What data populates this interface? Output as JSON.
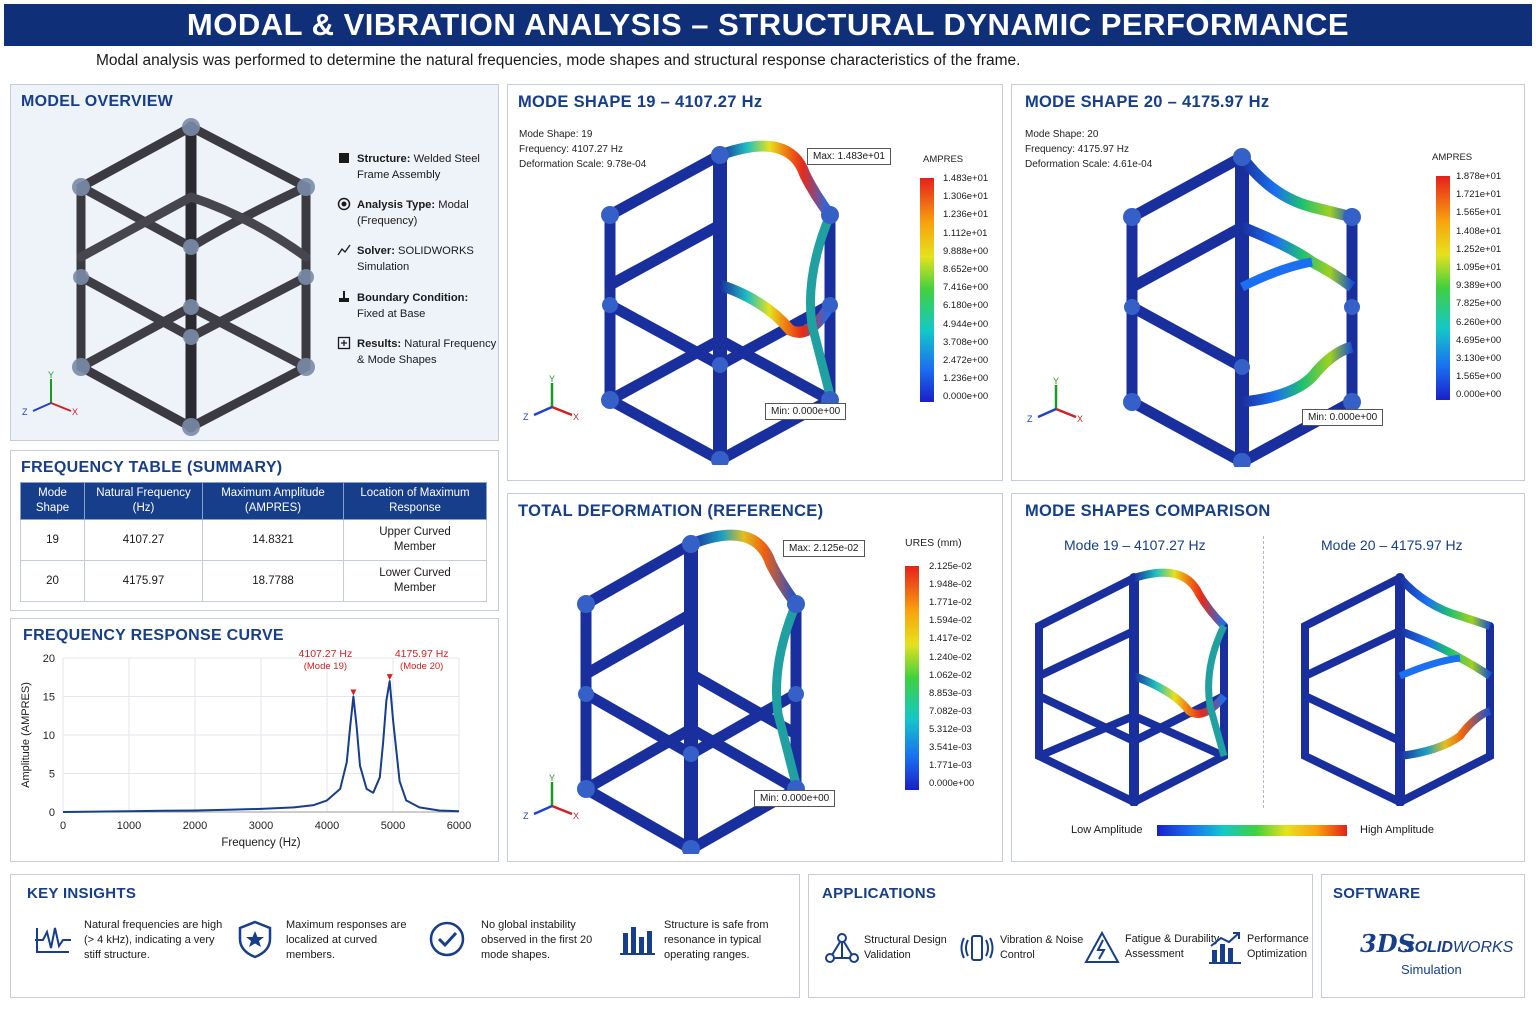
{
  "header": {
    "title": "MODAL & VIBRATION ANALYSIS – STRUCTURAL DYNAMIC PERFORMANCE",
    "subtitle": "Modal analysis was performed to determine the natural frequencies, mode shapes and structural response characteristics of the frame."
  },
  "model_overview": {
    "title": "MODEL OVERVIEW",
    "items": [
      {
        "label": "Structure:",
        "value": "Welded Steel",
        "value2": "Frame Assembly",
        "icon": "cube-icon"
      },
      {
        "label": "Analysis Type:",
        "value": "Modal",
        "value2": "(Frequency)",
        "icon": "target-icon"
      },
      {
        "label": "Solver:",
        "value": "SOLIDWORKS",
        "value2": "Simulation",
        "icon": "solver-icon"
      },
      {
        "label": "Boundary Condition:",
        "value": "",
        "value2": "Fixed at Base",
        "icon": "fixed-base-icon"
      },
      {
        "label": "Results:",
        "value": "Natural Frequency",
        "value2": "& Mode Shapes",
        "icon": "results-icon"
      }
    ],
    "axes": {
      "x": "X",
      "y": "Y",
      "z": "Z"
    }
  },
  "mode19": {
    "title": "MODE SHAPE 19 – 4107.27 Hz",
    "info": [
      "Mode Shape: 19",
      "Frequency: 4107.27 Hz",
      "Deformation Scale: 9.78e-04"
    ],
    "legend_title": "AMPRES",
    "legend": [
      "1.483e+01",
      "1.306e+01",
      "1.236e+01",
      "1.112e+01",
      "9.888e+00",
      "8.652e+00",
      "7.416e+00",
      "6.180e+00",
      "4.944e+00",
      "3.708e+00",
      "2.472e+00",
      "1.236e+00",
      "0.000e+00"
    ],
    "max": "Max: 1.483e+01",
    "min": "Min: 0.000e+00"
  },
  "mode20": {
    "title": "MODE SHAPE 20 – 4175.97 Hz",
    "info": [
      "Mode Shape: 20",
      "Frequency: 4175.97 Hz",
      "Deformation Scale: 4.61e-04"
    ],
    "legend_title": "AMPRES",
    "legend": [
      "1.878e+01",
      "1.721e+01",
      "1.565e+01",
      "1.408e+01",
      "1.252e+01",
      "1.095e+01",
      "9.389e+00",
      "7.825e+00",
      "6.260e+00",
      "4.695e+00",
      "3.130e+00",
      "1.565e+00",
      "0.000e+00"
    ],
    "min": "Min: 0.000e+00"
  },
  "freq_table": {
    "title": "FREQUENCY TABLE (SUMMARY)",
    "headers": [
      "Mode Shape",
      "Natural Frequency (Hz)",
      "Maximum Amplitude (AMPRES)",
      "Location of Maximum Response"
    ],
    "rows": [
      [
        "19",
        "4107.27",
        "14.8321",
        "Upper Curved Member"
      ],
      [
        "20",
        "4175.97",
        "18.7788",
        "Lower Curved Member"
      ]
    ]
  },
  "total_def": {
    "title": "TOTAL DEFORMATION (REFERENCE)",
    "legend_title": "URES (mm)",
    "legend": [
      "2.125e-02",
      "1.948e-02",
      "1.771e-02",
      "1.594e-02",
      "1.417e-02",
      "1.240e-02",
      "1.062e-02",
      "8.853e-03",
      "7.082e-03",
      "5.312e-03",
      "3.541e-03",
      "1.771e-03",
      "0.000e+00"
    ],
    "max": "Max: 2.125e-02",
    "min": "Min: 0.000e+00"
  },
  "comparison": {
    "title": "MODE SHAPES COMPARISON",
    "left": "Mode 19 – 4107.27 Hz",
    "right": "Mode 20 – 4175.97 Hz",
    "low": "Low Amplitude",
    "high": "High Amplitude"
  },
  "response": {
    "title": "FREQUENCY RESPONSE CURVE",
    "peak1": [
      "4107.27 Hz",
      "(Mode 19)"
    ],
    "peak2": [
      "4175.97 Hz",
      "(Mode 20)"
    ]
  },
  "chart_data": {
    "type": "line",
    "title": "FREQUENCY RESPONSE CURVE",
    "xlabel": "Frequency (Hz)",
    "ylabel": "Amplitude (AMPRES)",
    "xlim": [
      0,
      6000
    ],
    "ylim": [
      0,
      20
    ],
    "xticks": [
      "0",
      "1000",
      "2000",
      "3000",
      "4000",
      "5000",
      "6000"
    ],
    "yticks": [
      "0",
      "5",
      "10",
      "15",
      "20"
    ],
    "grid": true,
    "x": [
      0,
      500,
      1000,
      1500,
      2000,
      2500,
      3000,
      3500,
      3800,
      4000,
      4200,
      4300,
      4350,
      4400,
      4450,
      4500,
      4600,
      4700,
      4800,
      4850,
      4900,
      4950,
      5000,
      5100,
      5200,
      5400,
      5700,
      6000
    ],
    "series": [
      {
        "values": [
          0.0,
          0.05,
          0.1,
          0.15,
          0.2,
          0.3,
          0.4,
          0.6,
          0.9,
          1.5,
          3.0,
          6.5,
          11.0,
          15.0,
          11.0,
          6.0,
          3.0,
          2.5,
          4.5,
          9.0,
          14.5,
          17.0,
          12.0,
          4.0,
          1.5,
          0.6,
          0.2,
          0.1
        ]
      }
    ],
    "annotations": [
      "4107.27 Hz (Mode 19)",
      "4175.97 Hz (Mode 20)"
    ]
  },
  "insights": {
    "title": "KEY INSIGHTS",
    "items": [
      {
        "icon": "waveform-icon",
        "lines": [
          "Natural frequencies are high",
          "(> 4 kHz), indicating a very",
          "stiff structure."
        ]
      },
      {
        "icon": "shield-star-icon",
        "lines": [
          "Maximum responses are",
          "localized at curved",
          "members."
        ]
      },
      {
        "icon": "check-circle-icon",
        "lines": [
          "No global instability",
          "observed in the first 20",
          "mode shapes."
        ]
      },
      {
        "icon": "bar-chart-icon",
        "lines": [
          "Structure is safe from",
          "resonance in typical",
          "operating ranges."
        ]
      }
    ]
  },
  "applications": {
    "title": "APPLICATIONS",
    "items": [
      {
        "icon": "structure-icon",
        "lines": [
          "Structural Design",
          "Validation"
        ]
      },
      {
        "icon": "vibration-icon",
        "lines": [
          "Vibration & Noise",
          "Control"
        ]
      },
      {
        "icon": "fatigue-icon",
        "lines": [
          "Fatigue & Durability",
          "Assessment"
        ]
      },
      {
        "icon": "performance-icon",
        "lines": [
          "Performance",
          "Optimization"
        ]
      }
    ]
  },
  "software": {
    "title": "SOFTWARE",
    "brand_bold": "SOLID",
    "brand_rest": "WORKS",
    "product": "Simulation",
    "logo": "3DS"
  },
  "colors": {
    "title_bar": "#0f2f78",
    "accent": "#163e8a",
    "frame_blue": "#1a2f9e",
    "peak_red": "#d62020"
  }
}
